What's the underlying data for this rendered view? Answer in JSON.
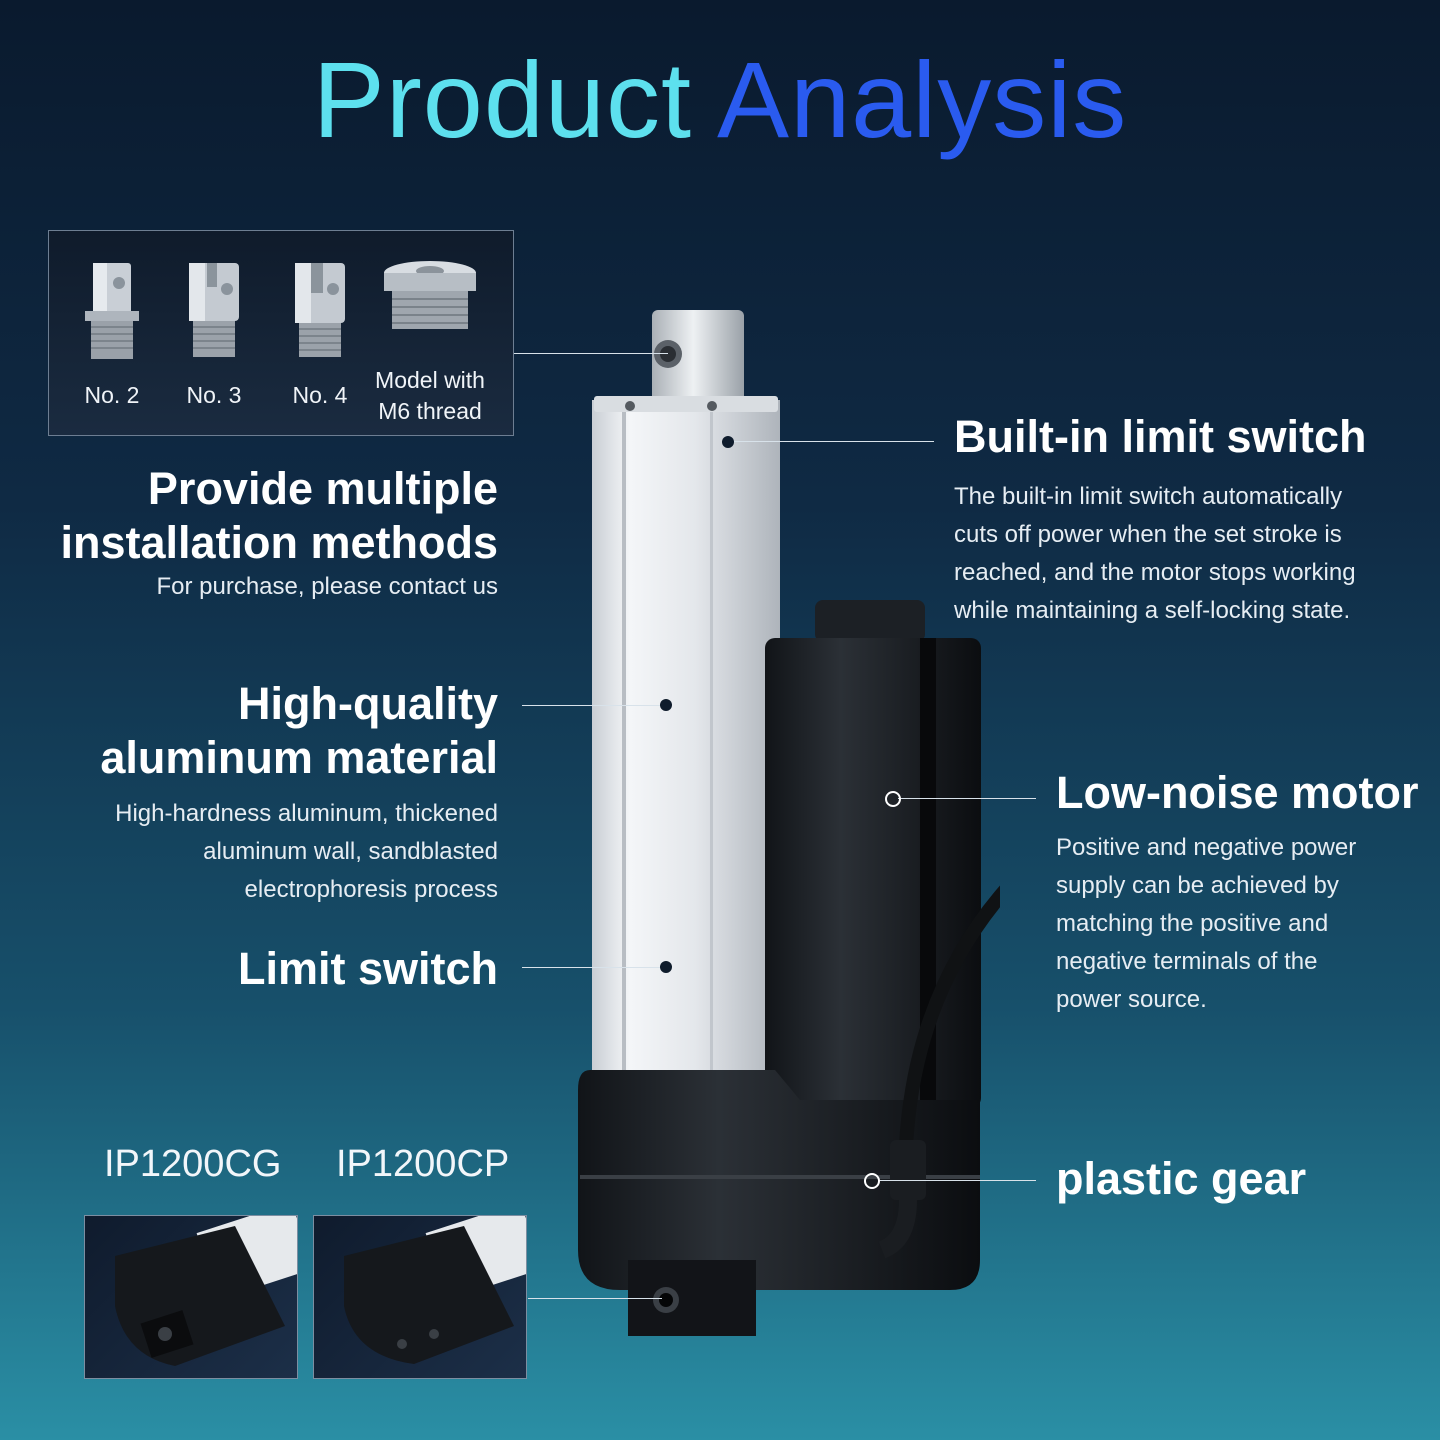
{
  "title": {
    "part1": "Product Analysis",
    "word1": "Product",
    "word2": "Analysis"
  },
  "mounting": {
    "options": [
      {
        "label": "No. 2"
      },
      {
        "label": "No. 3"
      },
      {
        "label": "No. 4"
      },
      {
        "label_line1": "Model with",
        "label_line2": "M6 thread"
      }
    ]
  },
  "features": {
    "installation": {
      "heading_line1": "Provide multiple",
      "heading_line2": "installation methods",
      "text": "For purchase, please contact us"
    },
    "aluminum": {
      "heading_line1": "High-quality",
      "heading_line2": "aluminum material",
      "text_line1": "High-hardness aluminum, thickened",
      "text_line2": "aluminum wall, sandblasted",
      "text_line3": "electrophoresis process"
    },
    "limit_switch": {
      "heading": "Limit switch"
    },
    "builtin_limit": {
      "heading": "Built-in limit switch",
      "text_line1": "The built-in limit switch automatically",
      "text_line2": "cuts off power when the set stroke is",
      "text_line3": "reached, and the motor stops working",
      "text_line4": "while maintaining a self-locking state."
    },
    "motor": {
      "heading": "Low-noise motor",
      "text_line1": "Positive and negative power",
      "text_line2": "supply can be achieved by",
      "text_line3": "matching the positive and",
      "text_line4": "negative terminals of the",
      "text_line5": "power source."
    },
    "gear": {
      "heading": "plastic gear"
    }
  },
  "variants": [
    {
      "label": "IP1200CG"
    },
    {
      "label": "IP1200CP"
    }
  ],
  "colors": {
    "title_cyan": "#5de0ee",
    "title_blue": "#2a5bef",
    "bg_top": "#0a1a2e",
    "bg_bottom": "#2a8fa5"
  }
}
